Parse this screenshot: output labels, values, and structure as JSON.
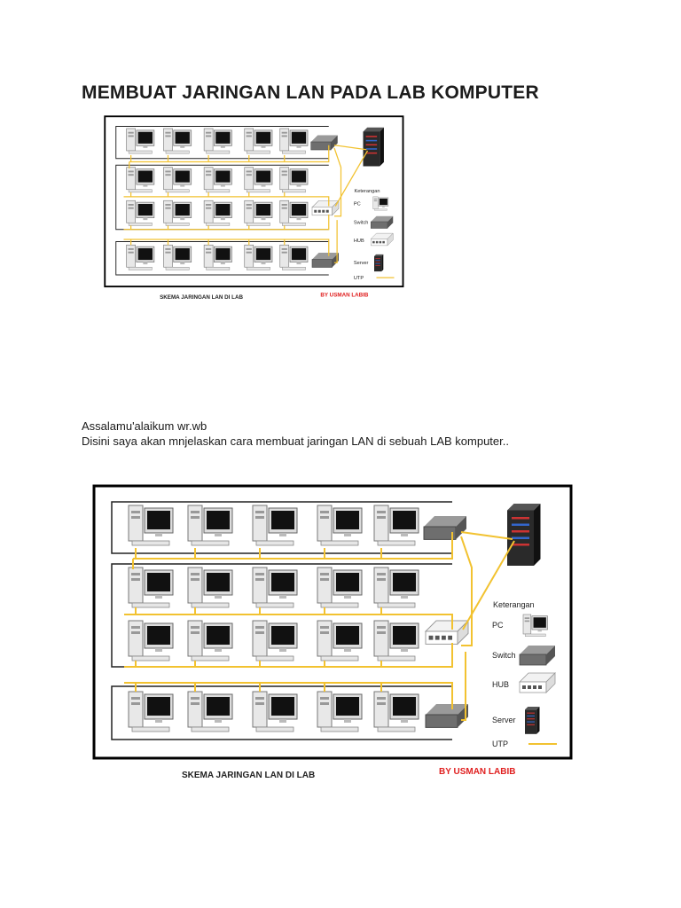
{
  "page": {
    "title": "MEMBUAT JARINGAN LAN PADA LAB KOMPUTER",
    "greeting": "Assalamu'alaikum wr.wb",
    "intro": "Disini saya akan mnjelaskan cara membuat jaringan LAN di sebuah LAB komputer.."
  },
  "diagram": {
    "caption": "SKEMA JARINGAN LAN DI LAB",
    "author": "BY USMAN LABIB",
    "legend_title": "Keterangan",
    "legend_items": [
      {
        "label": "PC",
        "icon": "pc-icon"
      },
      {
        "label": "Switch",
        "icon": "switch-icon"
      },
      {
        "label": "HUB",
        "icon": "hub-icon"
      },
      {
        "label": "Server",
        "icon": "server-icon"
      },
      {
        "label": "UTP",
        "icon": "utp-cable-icon"
      }
    ],
    "colors": {
      "cable": "#f2c230",
      "author": "#e02020",
      "frame": "#000000"
    }
  }
}
